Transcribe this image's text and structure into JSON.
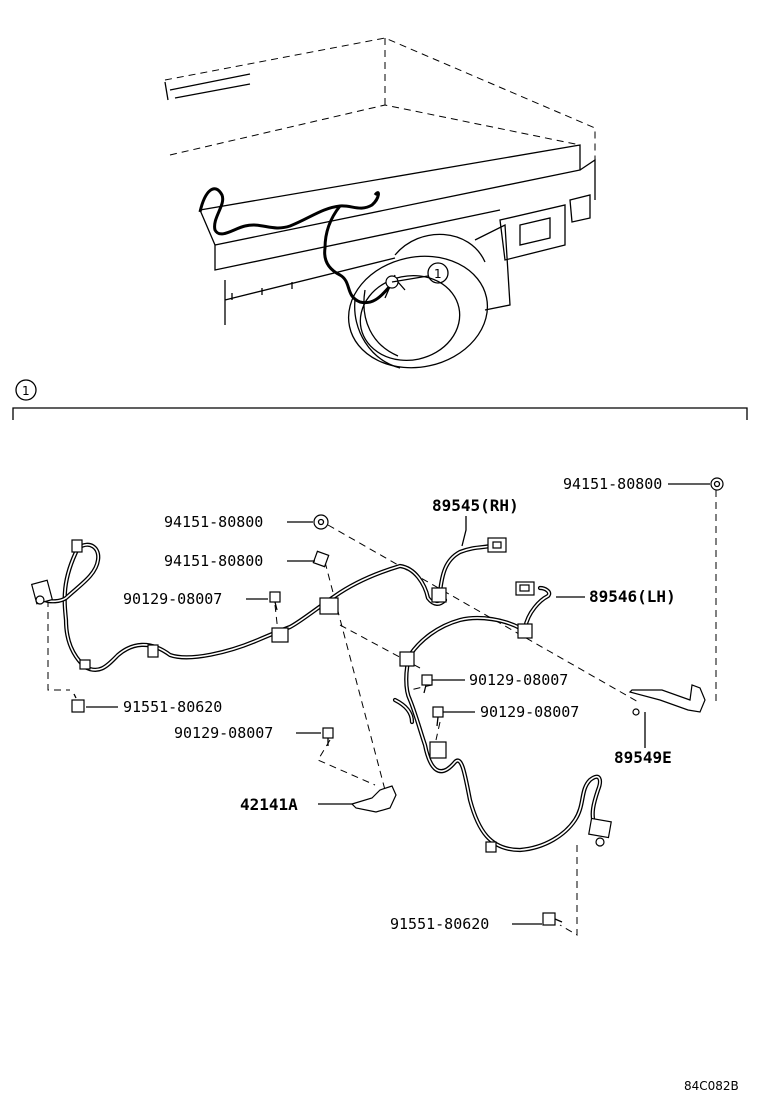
{
  "callout": {
    "number": "1"
  },
  "parts": {
    "nut_top_right": "94151-80800",
    "nut_1": "94151-80800",
    "nut_2": "94151-80800",
    "bolt_left": "90129-08007",
    "bolt_mid_1": "90129-08007",
    "bolt_mid_2": "90129-08007",
    "bolt_lower": "90129-08007",
    "bolt_lower_left": "91551-80620",
    "bolt_bottom": "91551-80620",
    "sensor_rh": "89545(RH)",
    "sensor_lh": "89546(LH)",
    "bracket": "89549E",
    "clamp": "42141A"
  },
  "figure_code": "84C082B"
}
